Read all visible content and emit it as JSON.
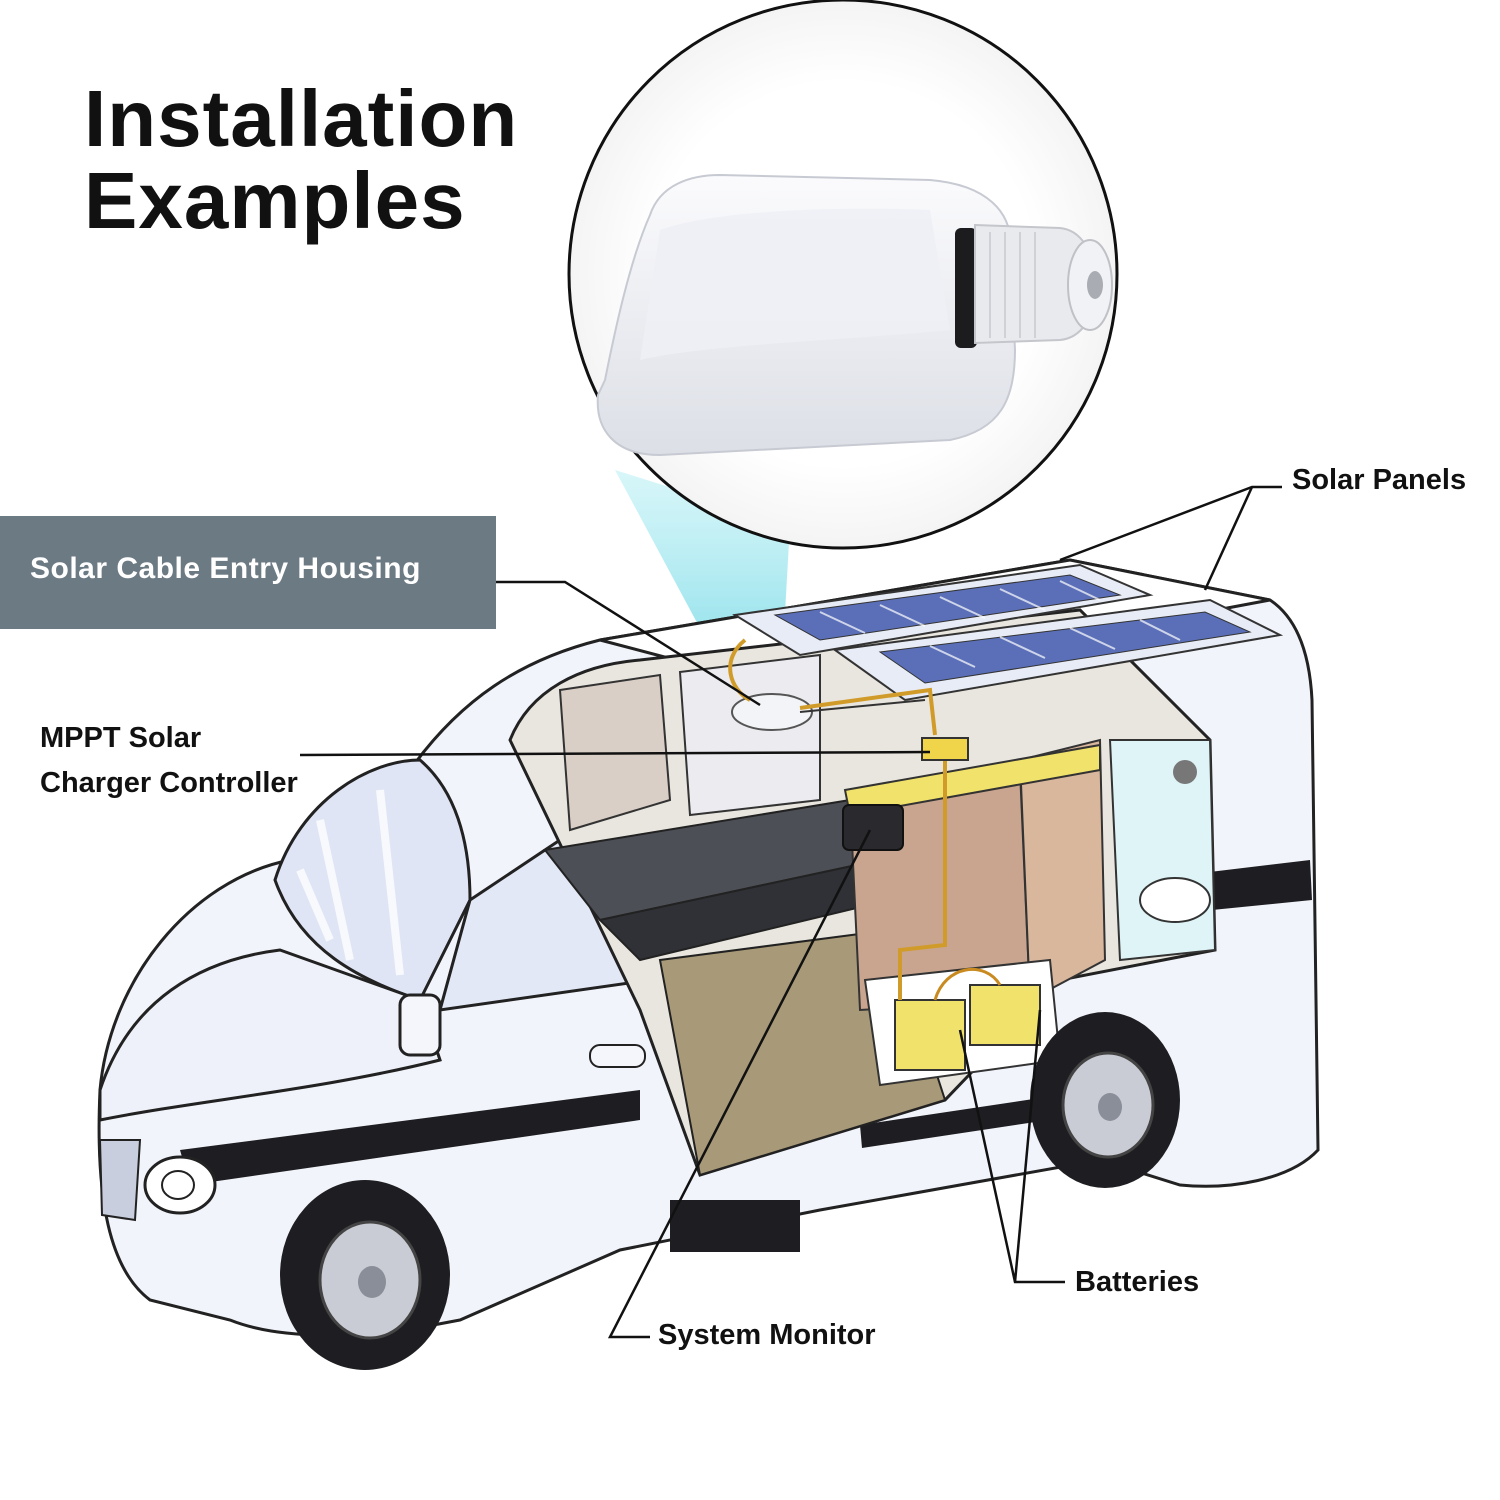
{
  "title": {
    "line1": "Installation",
    "line2": "Examples"
  },
  "callouts": {
    "cable_entry": "Solar Cable Entry Housing",
    "mppt_line1": "MPPT Solar",
    "mppt_line2": "Charger Controller",
    "solar_panels": "Solar Panels",
    "batteries": "Batteries",
    "system_monitor": "System Monitor"
  },
  "colors": {
    "banner": "#6c7a84",
    "van_body": "#f2f4fb",
    "stripe": "#1e1e22",
    "panel_cell": "#5a6fb8",
    "battery": "#f0e26a",
    "floor": "#a89a78",
    "beam": "#aeeef2"
  }
}
